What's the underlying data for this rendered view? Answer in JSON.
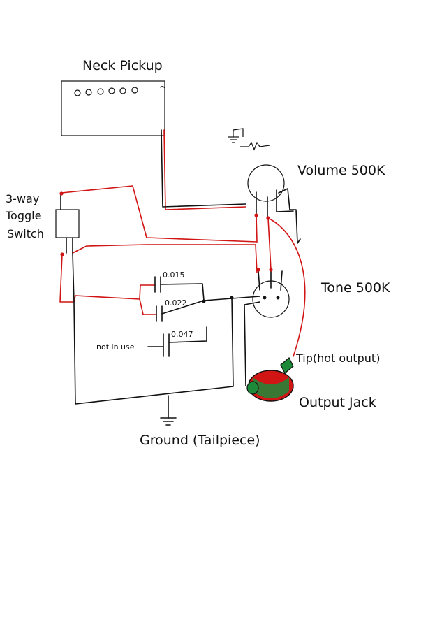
{
  "colors": {
    "ink": "#111111",
    "hot_wire": "#d11414",
    "jack_green": "#1d8a3a",
    "jack_red": "#d11414"
  },
  "labels": {
    "neck_pickup": "Neck Pickup",
    "toggle_line1": "3-way",
    "toggle_line2": "Toggle",
    "toggle_line3": "Switch",
    "volume": "Volume 500K",
    "tone": "Tone 500K",
    "cap_1": "0.015",
    "cap_2": "0.022",
    "cap_3": "0.047",
    "not_in_use": "not in use",
    "tip": "Tip(hot output)",
    "output_jack": "Output Jack",
    "ground": "Ground (Tailpiece)"
  },
  "icons": {
    "pickup_pole": "pickup-pole-icon",
    "ground_symbol": "ground-icon",
    "potentiometer": "potentiometer-icon",
    "capacitor": "capacitor-icon",
    "jack": "output-jack-icon"
  }
}
